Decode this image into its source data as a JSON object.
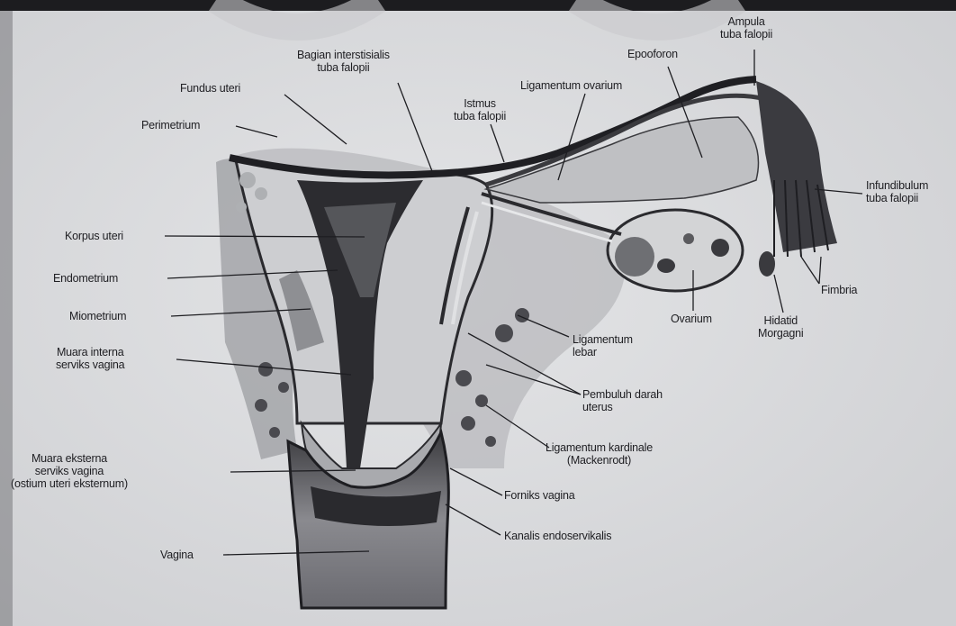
{
  "labels": {
    "bagian_interstisialis": [
      "Bagian interstisialis",
      "tuba falopii"
    ],
    "fundus_uteri": "Fundus uteri",
    "perimetrium": "Perimetrium",
    "istmus": [
      "Istmus",
      "tuba falopii"
    ],
    "ligamentum_ovarium": "Ligamentum ovarium",
    "epooforon": "Epooforon",
    "ampula": [
      "Ampula",
      "tuba falopii"
    ],
    "infundibulum": [
      "Infundibulum",
      "tuba falopii"
    ],
    "korpus_uteri": "Korpus uteri",
    "endometrium": "Endometrium",
    "miometrium": "Miometrium",
    "muara_interna": [
      "Muara interna",
      "serviks vagina"
    ],
    "ovarium": "Ovarium",
    "hidatid": [
      "Hidatid",
      "Morgagni"
    ],
    "fimbria": "Fimbria",
    "ligamentum_lebar": [
      "Ligamentum",
      "lebar"
    ],
    "pembuluh_darah": [
      "Pembuluh darah",
      "uterus"
    ],
    "ligamentum_kardinale": [
      "Ligamentum kardinale",
      "(Mackenrodt)"
    ],
    "muara_eksterna": [
      "Muara eksterna",
      "serviks vagina",
      "(ostium uteri eksternum)"
    ],
    "forniks_vagina": "Forniks vagina",
    "kanalis": "Kanalis endoservikalis",
    "vagina": "Vagina"
  }
}
